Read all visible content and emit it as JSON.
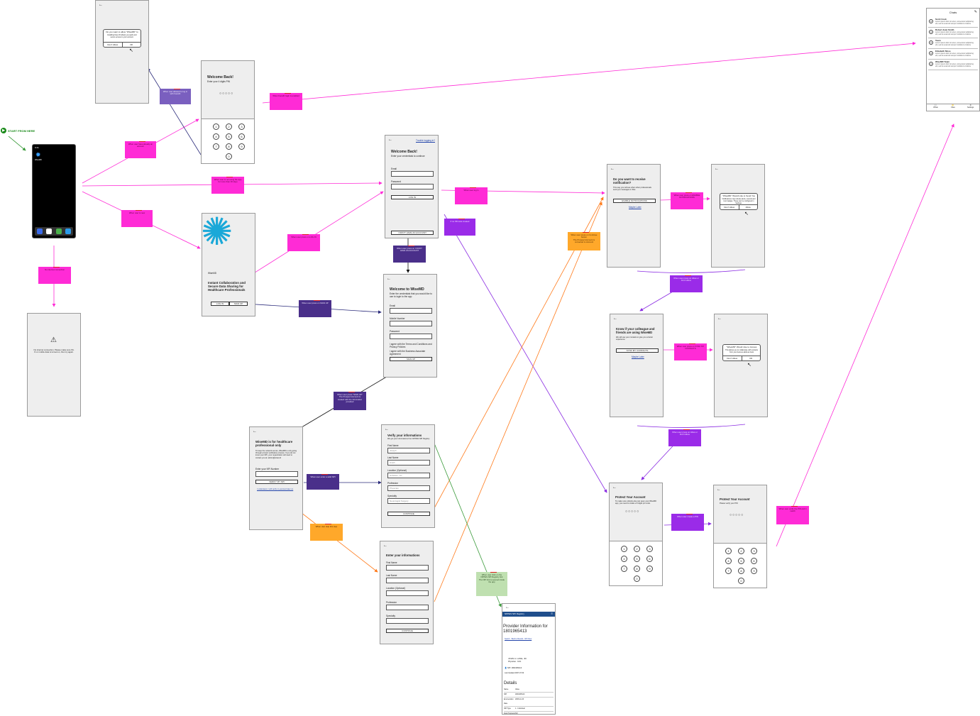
{
  "start": {
    "label": "START FROM HERE"
  },
  "phone": {
    "time": "9:41",
    "app_name": "WiseMD"
  },
  "screens": {
    "allow_notif_top": {
      "question": "Do you want to allow \"WiseMD\" to",
      "body": "Enabling Face ID allows you quick and secure access to your account.",
      "deny": "Don't Allow",
      "ok": "OK"
    },
    "welcome_pin": {
      "title": "Welcome Back!",
      "subtitle": "Enter your 4 digits PIN",
      "dots": "○○○○○"
    },
    "login": {
      "help_link": "Trouble logging in?",
      "title": "Welcome Back!",
      "subtitle": "Enter your credentials to continue",
      "email_label": "Email",
      "password_label": "Password",
      "login_button": "LOG IN",
      "no_account_button": "I DON'T HAVE AN ACCOUNT"
    },
    "splash": {
      "brand": "WiseMD",
      "headline": "Instant Collaboration and Secure Data Sharing for Healthcare Professionals",
      "login_button": "LOG IN",
      "signup_button": "SIGN UP"
    },
    "no_internet": {
      "message": "No internet connection. Please make sure Wi-Fi or mobile data is turned on, then try again."
    },
    "signup": {
      "title": "Welcome to WiseMD",
      "subtitle": "Enter the credentials that you would like to use to login to the app",
      "email_label": "Email",
      "mobile_label": "Mobile Number",
      "password_label": "Password",
      "terms": "I agree with the Terms and Conditions and Privacy Policies",
      "baa": "I agree with the Business Associate Agreement",
      "button": "SIGN UP"
    },
    "hcp_only": {
      "title": "WiseMD is for healthcare professional only",
      "body": "To keep the network secure, WiseMD is only going through a basic verification process. If you do not know your NPI, your organization will need to contact you at: admin@wisemd",
      "npi_label": "Enter your NPI Number",
      "verify_button": "VERIFY MY NPI",
      "link": "I understand, I will verify my account later on"
    },
    "verify": {
      "title": "Verify your informations",
      "subtitle": "We got your informations from NPPES NPI Registry",
      "first_label": "First Name",
      "first_value": "Joseph",
      "last_label": "Last Name",
      "last_value": "Smith",
      "loc_label": "Location (Optional)",
      "loc_value": "Hoboken, NY",
      "prof_label": "Profession",
      "prof_value": "Physician",
      "spec_label": "Specialty",
      "spec_value": "Neurologist Surgery",
      "button": "CONTINUE"
    },
    "enter_info": {
      "title": "Enter your informations",
      "first_label": "First Name",
      "last_label": "Last Name",
      "loc_label": "Location (Optional)",
      "prof_label": "Profession",
      "spec_label": "Specialty",
      "button": "CONTINUE"
    },
    "nppes": {
      "header": "NPPES NPI Registry",
      "title": "Provider Information for 1801965413",
      "tabs": "Search · Back to Results · NPI View",
      "name": "JOHN A. LANE, JR.",
      "role": "Physician - M.D.",
      "npi": "NPI: 1801965413",
      "updated": "Last Updated 2007-07-09",
      "details": "Details",
      "col1": "Name",
      "col2": "Value",
      "r1a": "NPI",
      "r1b": "1801965413",
      "r2a": "Enumeration Date",
      "r2b": "2006-11-03",
      "r3a": "NPI Type",
      "r3b": "1 - Individual",
      "r4a": "Sole Proprietor",
      "r4b": "NO"
    },
    "notif_ask": {
      "title": "Do you want to receive notification?",
      "body": "This way you will see when other professionals send you messages or files",
      "button": "ENABLE NOTIFICATIONS",
      "later": "Maybe Later"
    },
    "notif_dialog": {
      "title": "\"WiseMD\" Would Like to Send You",
      "body": "Notifications may include alerts, sounds and icon badges. These can be configured in Settings.",
      "deny": "Don't Allow",
      "ok": "Allow"
    },
    "contacts_ask": {
      "title": "Know if your colleague and friends are using WiseMD",
      "body": "We will use your contacts to give you a better experience",
      "button": "SYNC MY CONTACTS",
      "later": "Maybe Later"
    },
    "contacts_dialog": {
      "title": "\"WiseMD\" Would Like to Access",
      "body": "This allows you to collaborate with contacts from your devices address book",
      "deny": "Don't Allow",
      "ok": "OK"
    },
    "protect1": {
      "title": "Protect Your Account",
      "body": "To make sure nobody else can open your WiseMD app, you need to create a 5 digits pin code.",
      "dots": "○○○○○"
    },
    "protect2": {
      "title": "Protect Your Account",
      "body": "Please verify your PIN",
      "dots": "○○○○○"
    },
    "chats": {
      "header": "Chats",
      "rows": [
        {
          "name": "Scott Cook",
          "msg": "Lorem ipsum dolor sit amet, consectetur adipiscing elit, sed do eiusmod tempor incididunt ut labore"
        },
        {
          "name": "Robert Jean Smith",
          "msg": "Lorem ipsum dolor sit amet, consectetur adipiscing elit, sed do eiusmod tempor incididunt ut labore"
        },
        {
          "name": "Team",
          "msg": "Lorem ipsum dolor sit amet, consectetur adipiscing elit, sed do eiusmod tempor incididunt ut labore"
        },
        {
          "name": "Elizabeth Moss",
          "msg": "Lorem ipsum dolor sit amet, consectetur adipiscing elit, sed do eiusmod tempor incididunt ut labore"
        },
        {
          "name": "WiseMD Team",
          "msg": "Lorem ipsum dolor sit amet, consectetur adipiscing elit, sed do eiusmod tempor incididunt ut labore"
        }
      ],
      "tab1": "Chats",
      "tab2": "Files",
      "tab3": "Settings"
    }
  },
  "keys": [
    "1",
    "2",
    "3",
    "4",
    "5",
    "6",
    "7",
    "8",
    "9",
    "0"
  ],
  "notes": {
    "n1": "When user allowed to log in with FaceID",
    "n2": "When FaceID login is enabled",
    "n3": "When user have already an account",
    "n4": "When user is not using the app for more than 30 days",
    "n5": "When user is new",
    "n6": "No internet connection",
    "n7": "When user press on LOG IN",
    "n8": "When user press on SIGN UP",
    "n9": "When user log in",
    "n10": "If no PIN was created",
    "n11": "When user press on I DON'T HAVE AN ACCOUNT",
    "n12": "When user press \"SIGN UP\"",
    "n12b": "The Prospect Account is created with the information provided",
    "n13": "When user enter a valid NPI",
    "n14": "When user skip this step",
    "n15": "When user click on the NPPES NPI Registry link",
    "n15b": "The NPI link is opened inside the app",
    "n16": "When user press on ENABLE NOTIFICATIONS",
    "n17": "When user press on Allow or Don't Allow",
    "n18": "When user press on Continue button",
    "n18b": "The Prospect Account is converted to Account",
    "n19": "When user press on SYNC MY CONTACTS",
    "n20": "When user press on Allow or Don't Allow",
    "n21": "When user create a PIN",
    "n22": "When user verify the PIN and it match"
  }
}
